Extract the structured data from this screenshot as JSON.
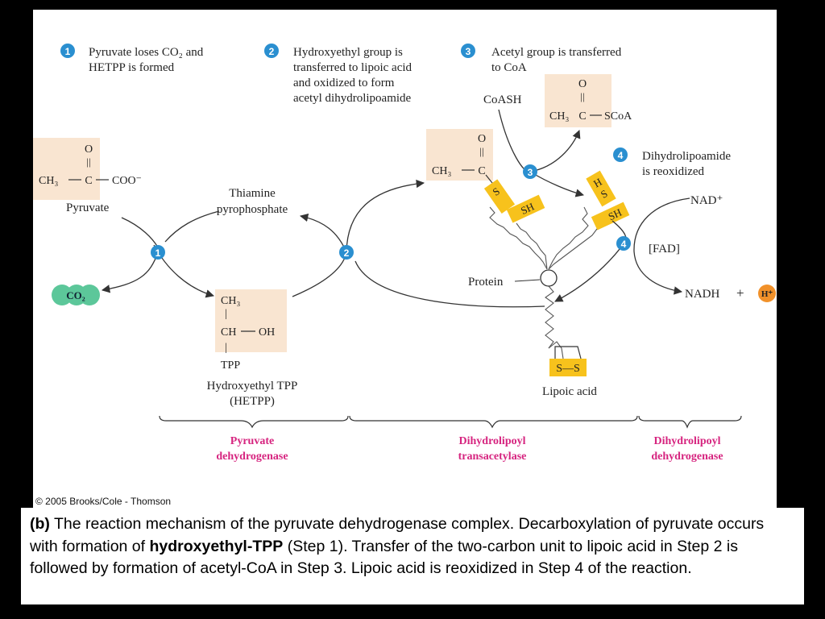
{
  "copyright": "© 2005 Brooks/Cole - Thomson",
  "steps": [
    {
      "number": "1",
      "lines": [
        "Pyruvate loses CO₂ and",
        "HETPP is formed"
      ]
    },
    {
      "number": "2",
      "lines": [
        "Hydroxyethyl group is",
        "transferred to lipoic acid",
        "and oxidized to form",
        "acetyl dihydrolipoamide"
      ]
    },
    {
      "number": "3",
      "lines": [
        "Acetyl group is transferred",
        "to CoA"
      ]
    },
    {
      "number": "4",
      "lines": [
        "Dihydrolipoamide",
        "is reoxidized"
      ]
    }
  ],
  "molecules": {
    "pyruvate": {
      "o": "O",
      "dbl": "||",
      "formula_left": "CH₃",
      "c": "C",
      "coo": "COO⁻",
      "name": "Pyruvate"
    },
    "tpp_label": [
      "Thiamine",
      "pyrophosphate"
    ],
    "co2": "CO₂",
    "hetpp": {
      "ch3": "CH₃",
      "bar": "|",
      "ch": "CH",
      "oh": "OH",
      "tpp": "TPP",
      "name_lines": [
        "Hydroxyethyl TPP",
        "(HETPP)"
      ]
    },
    "acetyl_lipoamide": {
      "o": "O",
      "dbl": "||",
      "ch3": "CH₃",
      "c": "C"
    },
    "coash": "CoASH",
    "acetyl_coa": {
      "o": "O",
      "dbl": "||",
      "ch3": "CH₃",
      "c": "C",
      "scoa": "SCoA"
    },
    "s_label": "S",
    "sh_label": "SH",
    "h_label": "H",
    "protein": "Protein",
    "lipoic_acid": {
      "ring": "S—S",
      "name": "Lipoic acid"
    },
    "nad_plus": "NAD⁺",
    "fad": "[FAD]",
    "nadh": "NADH",
    "plus": "+",
    "h_plus": "H⁺"
  },
  "enzymes": [
    {
      "lines": [
        "Pyruvate",
        "dehydrogenase"
      ]
    },
    {
      "lines": [
        "Dihydrolipoyl",
        "transacetylase"
      ]
    },
    {
      "lines": [
        "Dihydrolipoyl",
        "dehydrogenase"
      ]
    }
  ],
  "caption": {
    "label": "(b)",
    "part1": " The reaction mechanism of the pyruvate dehydrogenase complex. Decarboxylation of pyruvate occurs with formation of ",
    "bold_term": "hydroxyethyl-TPP",
    "part2": " (Step 1). Transfer of the two-carbon unit to lipoic acid in Step 2 is followed by formation of acetyl-CoA in Step 3. Lipoic acid is reoxidized in Step 4 of the reaction."
  },
  "colors": {
    "step_circle": "#2a8fd0",
    "molecule_box": "#f9e5d1",
    "sulfur_tag": "#f7c21c",
    "co2_bubble": "#5cc79a",
    "h_plus_circle": "#f1912a",
    "enzyme_text": "#d6247f"
  }
}
